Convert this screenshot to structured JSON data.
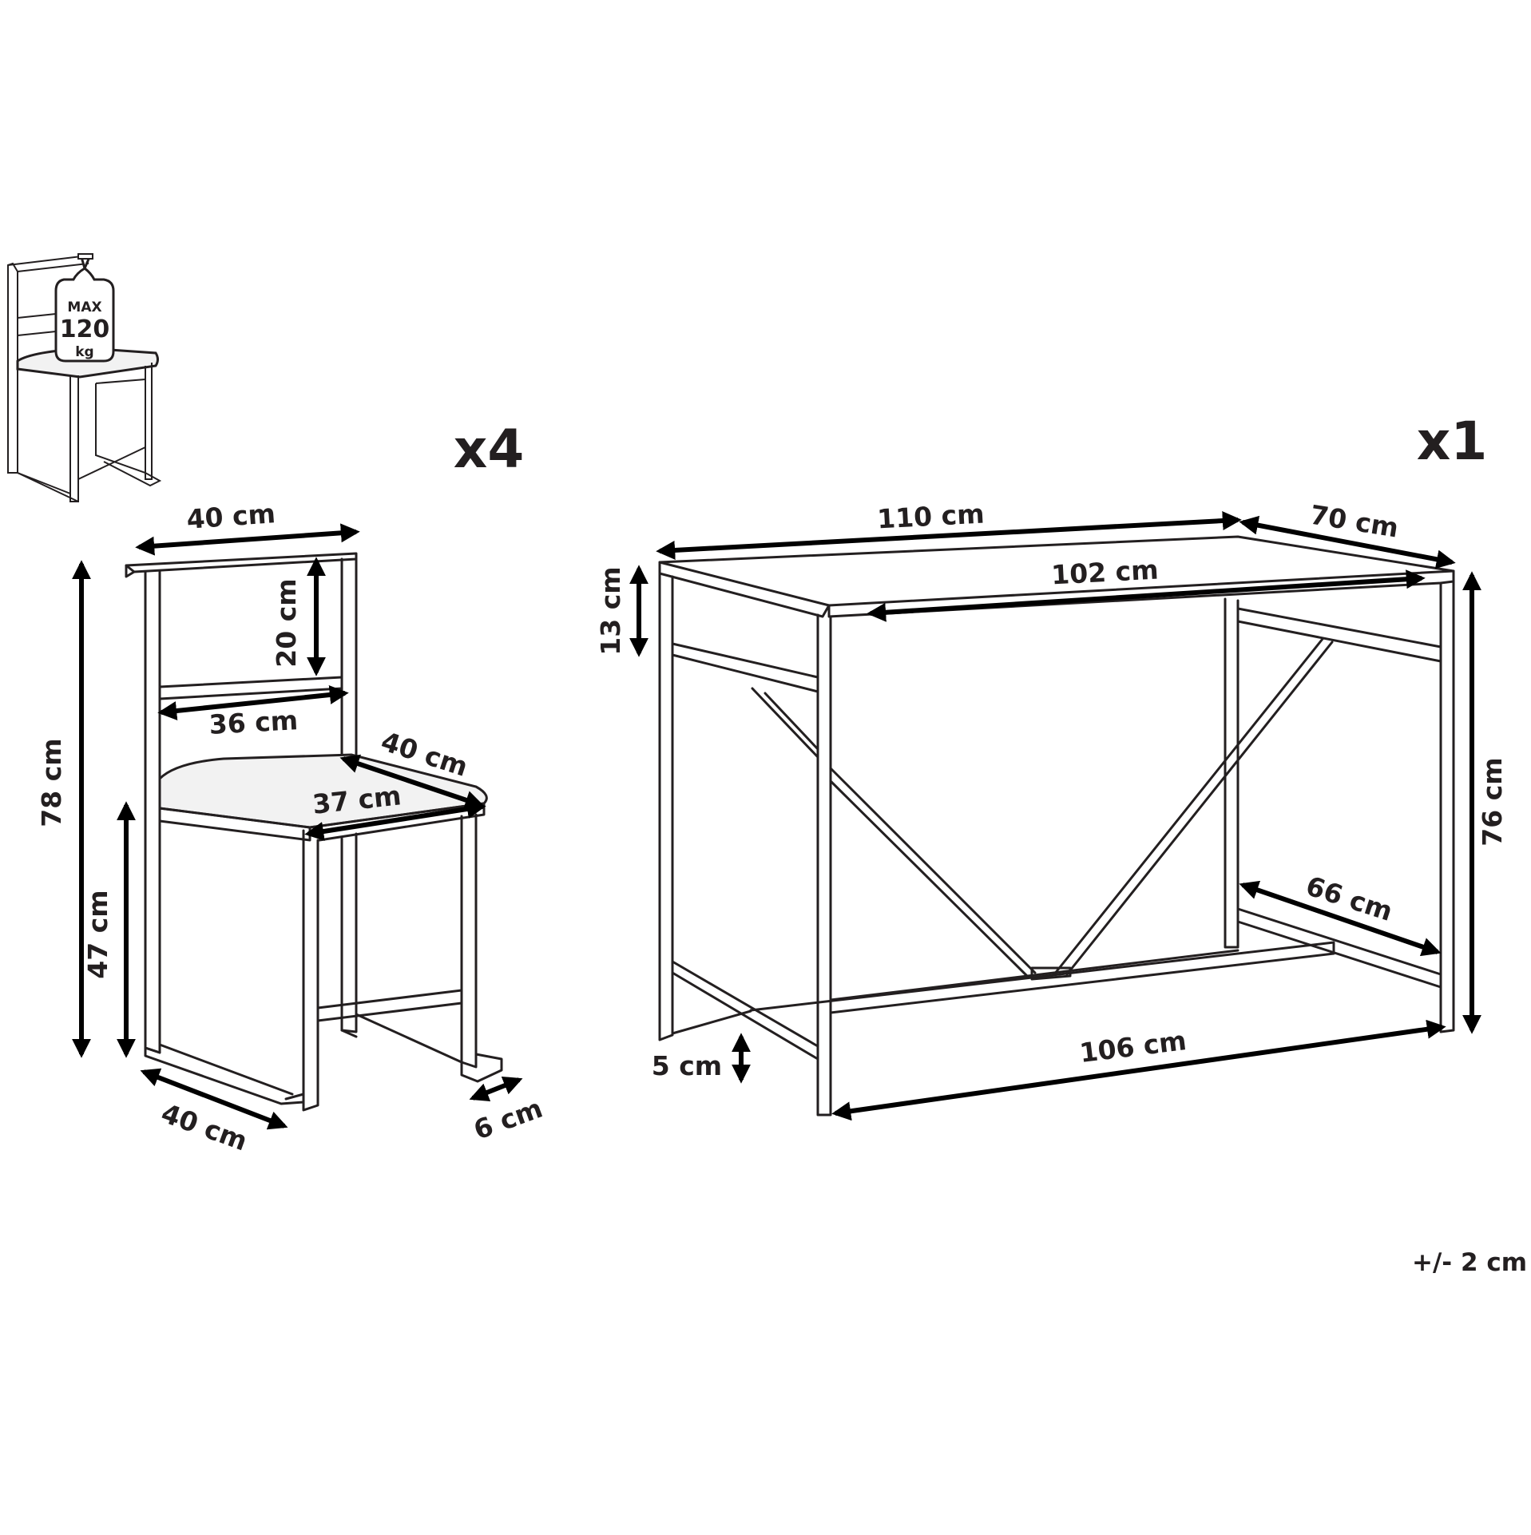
{
  "colors": {
    "line": "#231f20",
    "arrow": "#000000",
    "background": "#ffffff",
    "seat_fill": "#f2f2f2"
  },
  "weight_badge": {
    "line1": "MAX",
    "line2": "120",
    "line3": "kg"
  },
  "chair": {
    "quantity": "x4",
    "dims": {
      "backrest_width": "40 cm",
      "backrest_height": "20 cm",
      "inner_width": "36 cm",
      "seat_depth": "40 cm",
      "seat_width": "37 cm",
      "total_height": "78 cm",
      "seat_height": "47 cm",
      "base_width": "40 cm",
      "foot_height": "6 cm"
    }
  },
  "desk": {
    "quantity": "x1",
    "dims": {
      "top_length": "110 cm",
      "top_depth": "70 cm",
      "inner_length": "102 cm",
      "apron_height": "13 cm",
      "total_height": "76 cm",
      "side_depth": "66 cm",
      "foot_height": "5 cm",
      "base_length": "106 cm"
    }
  },
  "tolerance": "+/- 2 cm"
}
